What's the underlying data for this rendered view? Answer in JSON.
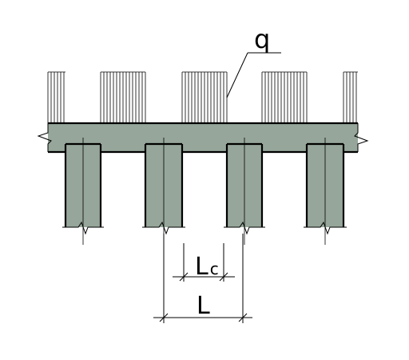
{
  "labels": {
    "load": "q",
    "clear_span_main": "L",
    "clear_span_sub": "c",
    "span": "L"
  },
  "colors": {
    "concrete": "#96a69a",
    "line": "#000000",
    "background": "#ffffff"
  }
}
